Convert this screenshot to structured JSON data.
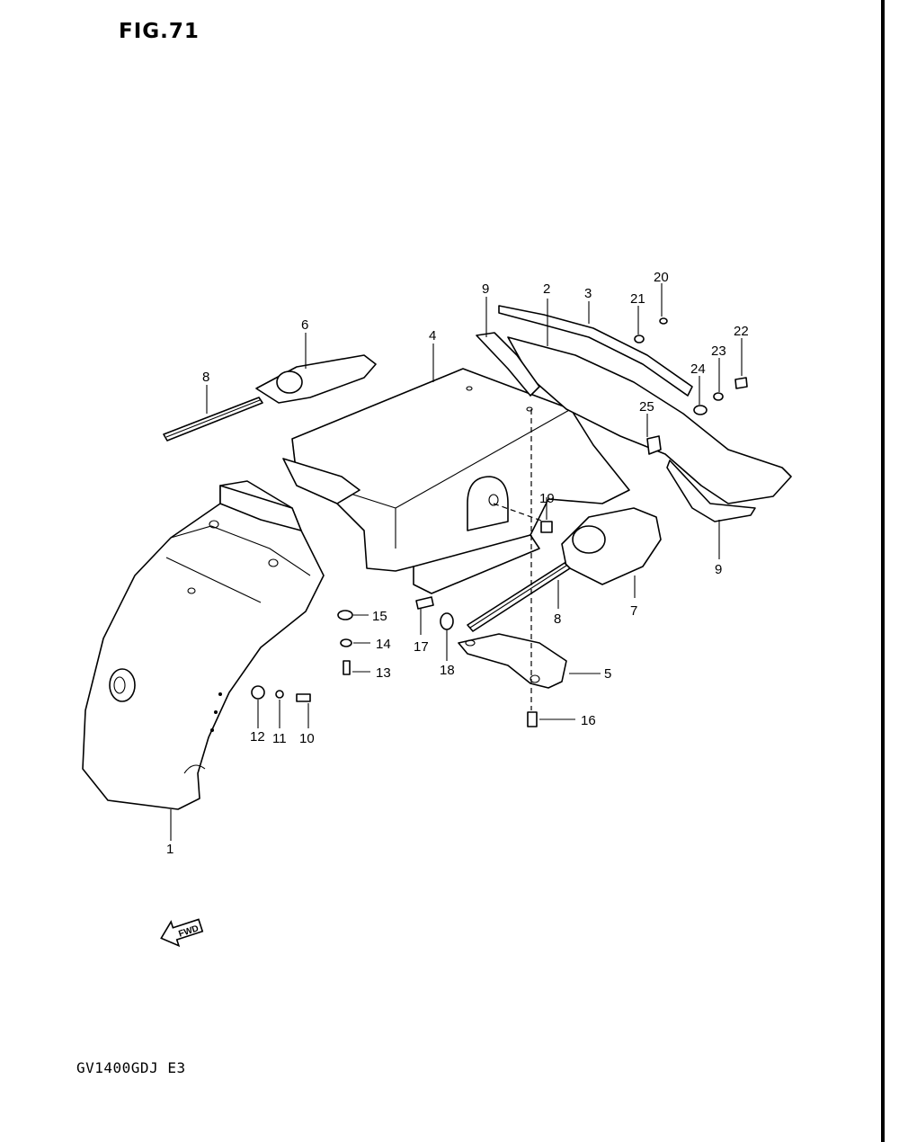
{
  "header": {
    "figure_label": "FIG.71"
  },
  "footer": {
    "model_code": "GV1400GDJ E3"
  },
  "fwd_arrow": {
    "label": "FWD",
    "icon": "fwd-arrow-icon"
  },
  "callouts": [
    "1",
    "2",
    "3",
    "4",
    "5",
    "6",
    "7",
    "8",
    "8",
    "9",
    "9",
    "10",
    "11",
    "12",
    "13",
    "14",
    "15",
    "16",
    "17",
    "18",
    "19",
    "20",
    "21",
    "22",
    "23",
    "24",
    "25"
  ]
}
